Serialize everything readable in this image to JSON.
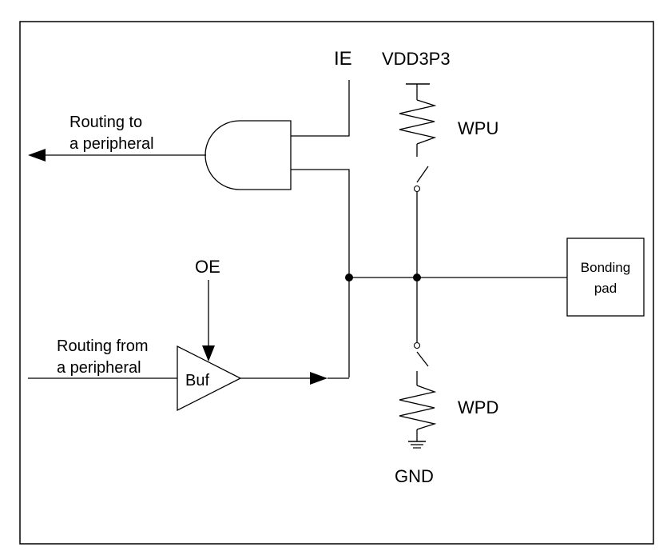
{
  "labels": {
    "ie": "IE",
    "vdd": "VDD3P3",
    "wpu": "WPU",
    "wpd": "WPD",
    "gnd": "GND",
    "oe": "OE",
    "buf": "Buf",
    "routing_to_line1": "Routing to",
    "routing_to_line2": "a peripheral",
    "routing_from_line1": "Routing from",
    "routing_from_line2": "a peripheral",
    "bonding_line1": "Bonding",
    "bonding_line2": "pad"
  }
}
